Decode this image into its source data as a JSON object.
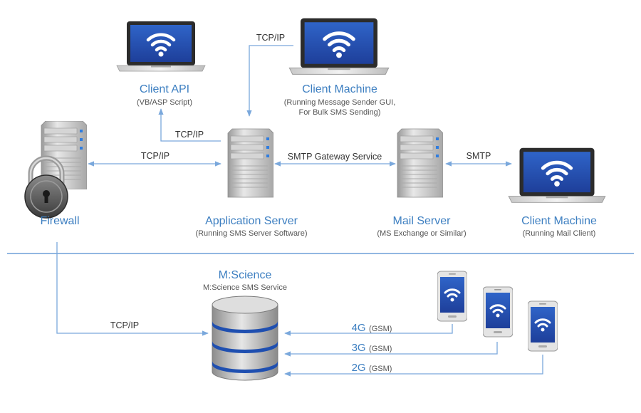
{
  "nodes": {
    "client_api": {
      "title": "Client API",
      "subtitle": [
        "(VB/ASP Script)"
      ]
    },
    "client_machine_top": {
      "title": "Client Machine",
      "subtitle": [
        "(Running Message Sender GUI,",
        "For Bulk SMS Sending)"
      ]
    },
    "firewall": {
      "title": "Firewall"
    },
    "application_server": {
      "title": "Application Server",
      "subtitle": [
        "(Running SMS Server Software)"
      ]
    },
    "mail_server": {
      "title": "Mail Server",
      "subtitle": [
        "(MS Exchange or Similar)"
      ]
    },
    "client_machine_right": {
      "title": "Client Machine",
      "subtitle": [
        "(Running Mail Client)"
      ]
    },
    "mscience": {
      "title": "M:Science",
      "subtitle": [
        "M:Science SMS Service"
      ]
    }
  },
  "edges": {
    "top_tcpip": "TCP/IP",
    "api_tcpip": "TCP/IP",
    "firewall_tcpip": "TCP/IP",
    "smtp_gateway": "SMTP Gateway Service",
    "smtp": "SMTP",
    "bottom_tcpip": "TCP/IP",
    "g4": {
      "speed": "4G",
      "suffix": "(GSM)"
    },
    "g3": {
      "speed": "3G",
      "suffix": "(GSM)"
    },
    "g2": {
      "speed": "2G",
      "suffix": "(GSM)"
    }
  },
  "icons": [
    "laptop-wifi-icon",
    "server-tower-icon",
    "padlock-icon",
    "database-icon",
    "smartphone-wifi-icon"
  ],
  "colors": {
    "accent": "#3d7fc1",
    "arrow": "#7aa8dc",
    "divider": "#6f9fd8"
  }
}
